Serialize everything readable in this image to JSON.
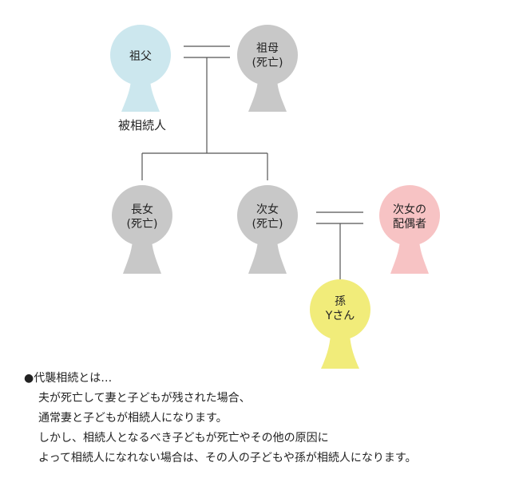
{
  "colors": {
    "grandfather": "#cce7ee",
    "deceased": "#c8c8c8",
    "spouse": "#f7c3c4",
    "grandchild": "#f1ec7a",
    "line": "#555555",
    "text": "#222222"
  },
  "people": {
    "grandfather": {
      "line1": "祖父",
      "line2": ""
    },
    "grandmother": {
      "line1": "祖母",
      "line2": "(死亡)"
    },
    "eldest_daughter": {
      "line1": "長女",
      "line2": "(死亡)"
    },
    "second_daughter": {
      "line1": "次女",
      "line2": "(死亡)"
    },
    "second_daughter_spouse": {
      "line1": "次女の",
      "line2": "配偶者"
    },
    "grandchild": {
      "line1": "孫",
      "line2": "Yさん"
    }
  },
  "decedent_label": "被相続人",
  "notes": {
    "heading": "●代襲相続とは…",
    "lines": [
      "夫が死亡して妻と子どもが残された場合、",
      "通常妻と子どもが相続人になります。",
      "しかし、相続人となるべき子どもが死亡やその他の原因に",
      "よって相続人になれない場合は、その人の子どもや孫が相続人になります。"
    ]
  }
}
